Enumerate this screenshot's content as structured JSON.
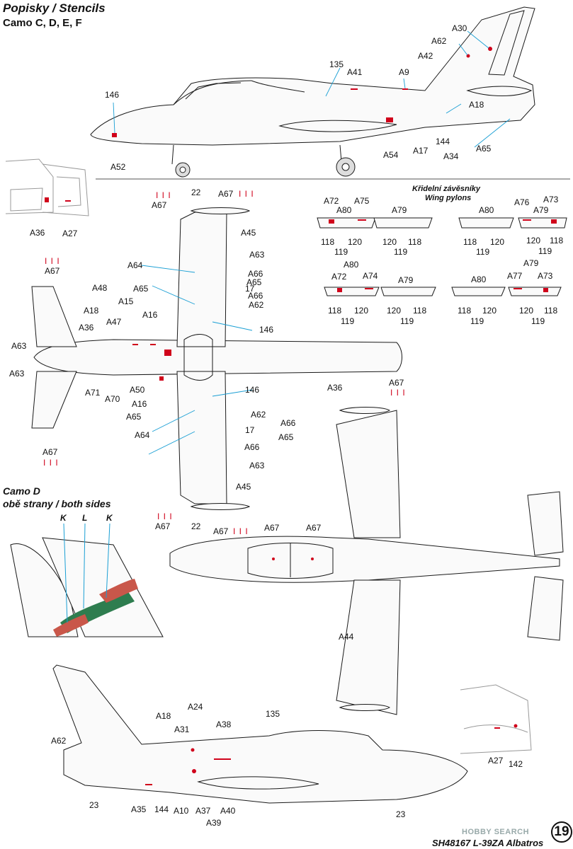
{
  "header": {
    "title": "Popisky / Stencils",
    "camo_line": "Camo C, D, E, F"
  },
  "camo_d": {
    "title": "Camo D",
    "subtitle": "obě strany / both sides",
    "markers": [
      "K",
      "L",
      "K"
    ]
  },
  "pylons": {
    "title_cz": "Křidelní závěsníky",
    "title_en": "Wing pylons"
  },
  "stripe_mark": "I I I",
  "footer": {
    "page_number": "19",
    "product": "SH48167 L-39ZA Albatros",
    "watermark": "HOBBY SEARCH"
  },
  "colors": {
    "line": "#1a1a1a",
    "leader": "#1a9fd4",
    "stencil_red": "#d0021b",
    "fill_gray": "#f2f2f2",
    "band_green": "#2e7d4f",
    "band_red": "#c9574a"
  },
  "labels": {
    "a146": "146",
    "a52": "A52",
    "a135": "135",
    "a41": "A41",
    "a9": "A9",
    "a30": "A30",
    "a62": "A62",
    "a42": "A42",
    "a18": "A18",
    "a54": "A54",
    "a17": "A17",
    "a144": "144",
    "a34": "A34",
    "a65": "A65",
    "a36": "A36",
    "a27": "A27",
    "a67": "A67",
    "a22": "22",
    "a45": "A45",
    "a63": "A63",
    "a64": "A64",
    "a66": "A66",
    "a48": "A48",
    "a15": "A15",
    "a16": "A16",
    "a47": "A47",
    "n17": "17",
    "n146": "146",
    "a71": "A71",
    "a70": "A70",
    "a50": "A50",
    "a44": "A44",
    "a24": "A24",
    "a31": "A31",
    "a38": "A38",
    "n23": "23",
    "a35": "A35",
    "a10": "A10",
    "a37": "A37",
    "a40": "A40",
    "a39": "A39",
    "n142": "142",
    "a72": "A72",
    "a80": "A80",
    "a75": "A75",
    "a79": "A79",
    "a76": "A76",
    "a73": "A73",
    "a74": "A74",
    "a77": "A77",
    "n118": "118",
    "n119": "119",
    "n120": "120"
  }
}
